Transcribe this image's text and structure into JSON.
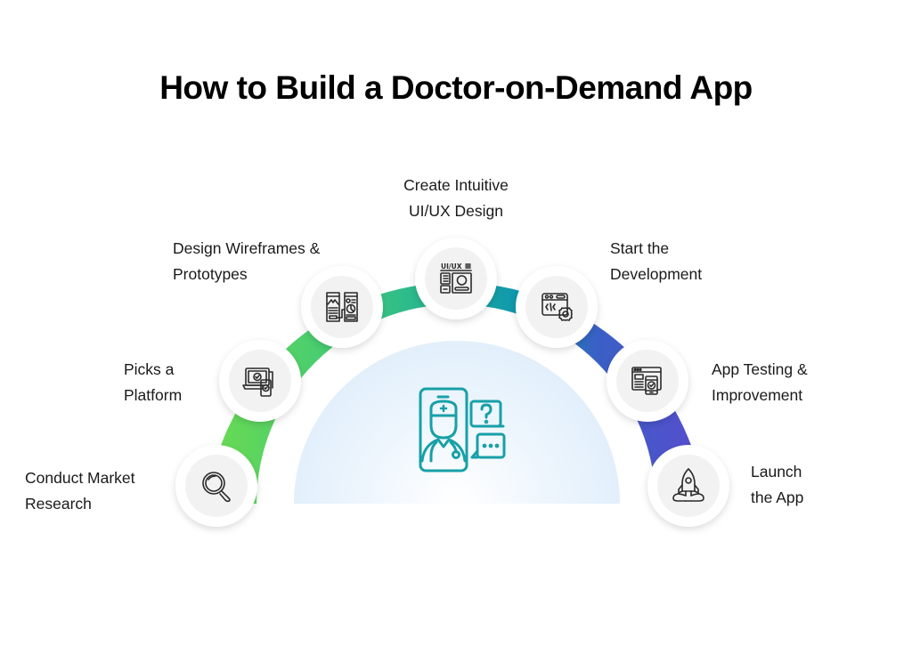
{
  "title": "How to Build a Doctor-on-Demand App",
  "colors": {
    "arc_start": "#6ddc4f",
    "arc_mid": "#1fae9a",
    "arc_teal": "#0f97ad",
    "arc_blue": "#3a5fc6",
    "arc_end": "#5a4ccf",
    "icon_stroke": "#2b2b2b",
    "center_icon": "#17a0a8",
    "circle_fill": "#f2f2f2",
    "center_bg": "#e4f1fc"
  },
  "center": {
    "icon": "telemedicine-doctor-phone-icon"
  },
  "steps": [
    {
      "line1": "Conduct Market",
      "line2": "Research",
      "icon": "magnifier-icon"
    },
    {
      "line1": "Picks a",
      "line2": "Platform",
      "icon": "devices-check-icon"
    },
    {
      "line1": "Design Wireframes &",
      "line2": "Prototypes",
      "icon": "wireframe-icon"
    },
    {
      "line1": "Create Intuitive",
      "line2": "UI/UX Design",
      "icon": "ui-ux-icon",
      "icon_text": "UI/UX"
    },
    {
      "line1": "Start the",
      "line2": "Development",
      "icon": "code-gear-icon"
    },
    {
      "line1": "App Testing &",
      "line2": "Improvement",
      "icon": "testing-icon"
    },
    {
      "line1": "Launch",
      "line2": "the App",
      "icon": "rocket-icon"
    }
  ]
}
